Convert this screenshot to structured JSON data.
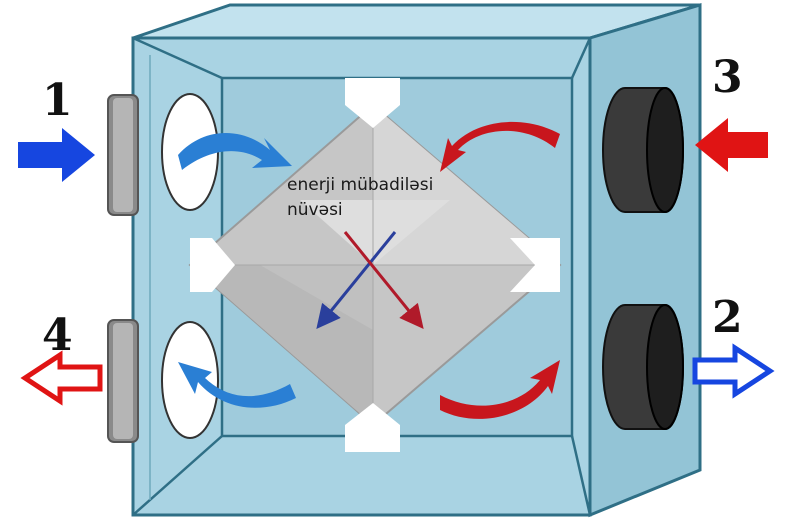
{
  "diagram": {
    "core_label_line1": "enerji mübadiləsi",
    "core_label_line2": "nüvəsi",
    "port_labels": [
      "1",
      "2",
      "3",
      "4"
    ],
    "colors": {
      "box_face": "#a9d3e3",
      "box_edge": "#2f6f86",
      "box_top": "#c2e2ee",
      "box_side": "#93c4d6",
      "core": "#c9c9c9",
      "fresh_air_arrow": "#1f6fd0",
      "warm_air_arrow": "#c8161d",
      "duct": "#2b2b2b"
    }
  }
}
